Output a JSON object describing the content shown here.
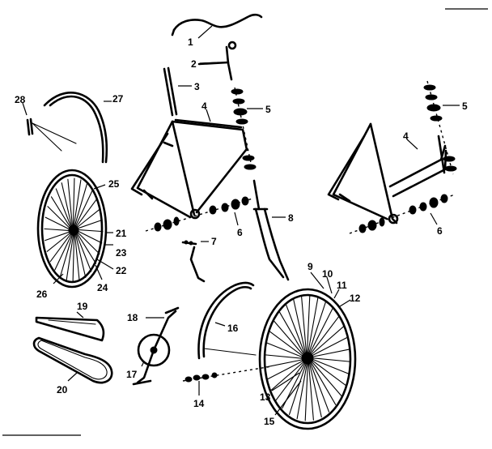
{
  "callouts": [
    {
      "id": "c1",
      "text": "1"
    },
    {
      "id": "c2",
      "text": "2"
    },
    {
      "id": "c3",
      "text": "3"
    },
    {
      "id": "c4a",
      "text": "4"
    },
    {
      "id": "c4b",
      "text": "4"
    },
    {
      "id": "c5a",
      "text": "5"
    },
    {
      "id": "c5b",
      "text": "5"
    },
    {
      "id": "c6a",
      "text": "6"
    },
    {
      "id": "c6b",
      "text": "6"
    },
    {
      "id": "c7",
      "text": "7"
    },
    {
      "id": "c8",
      "text": "8"
    },
    {
      "id": "c9",
      "text": "9"
    },
    {
      "id": "c10",
      "text": "10"
    },
    {
      "id": "c11",
      "text": "11"
    },
    {
      "id": "c12",
      "text": "12"
    },
    {
      "id": "c13",
      "text": "13"
    },
    {
      "id": "c14",
      "text": "14"
    },
    {
      "id": "c15",
      "text": "15"
    },
    {
      "id": "c16",
      "text": "16"
    },
    {
      "id": "c17",
      "text": "17"
    },
    {
      "id": "c18",
      "text": "18"
    },
    {
      "id": "c19",
      "text": "19"
    },
    {
      "id": "c20",
      "text": "20"
    },
    {
      "id": "c21",
      "text": "21"
    },
    {
      "id": "c22",
      "text": "22"
    },
    {
      "id": "c23",
      "text": "23"
    },
    {
      "id": "c24",
      "text": "24"
    },
    {
      "id": "c25",
      "text": "25"
    },
    {
      "id": "c26",
      "text": "26"
    },
    {
      "id": "c27",
      "text": "27"
    },
    {
      "id": "c28",
      "text": "28"
    }
  ],
  "colors": {
    "ink": "#000000",
    "paper": "#ffffff"
  }
}
